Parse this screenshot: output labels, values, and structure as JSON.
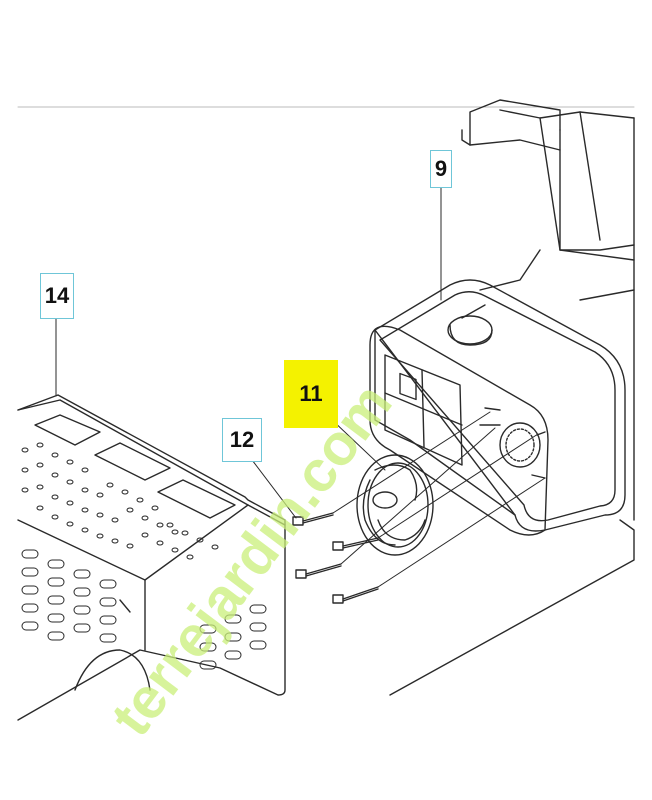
{
  "callouts": {
    "c9": "9",
    "c11": "11",
    "c12": "12",
    "c14": "14"
  },
  "watermark": {
    "text": "terrejardin.com",
    "color_green": "#c9ef7a",
    "color_gray": "#d8d3c8"
  },
  "colors": {
    "highlight": "#f4f200",
    "callout_border": "#6fc6d8",
    "line": "#2a2a2a"
  }
}
